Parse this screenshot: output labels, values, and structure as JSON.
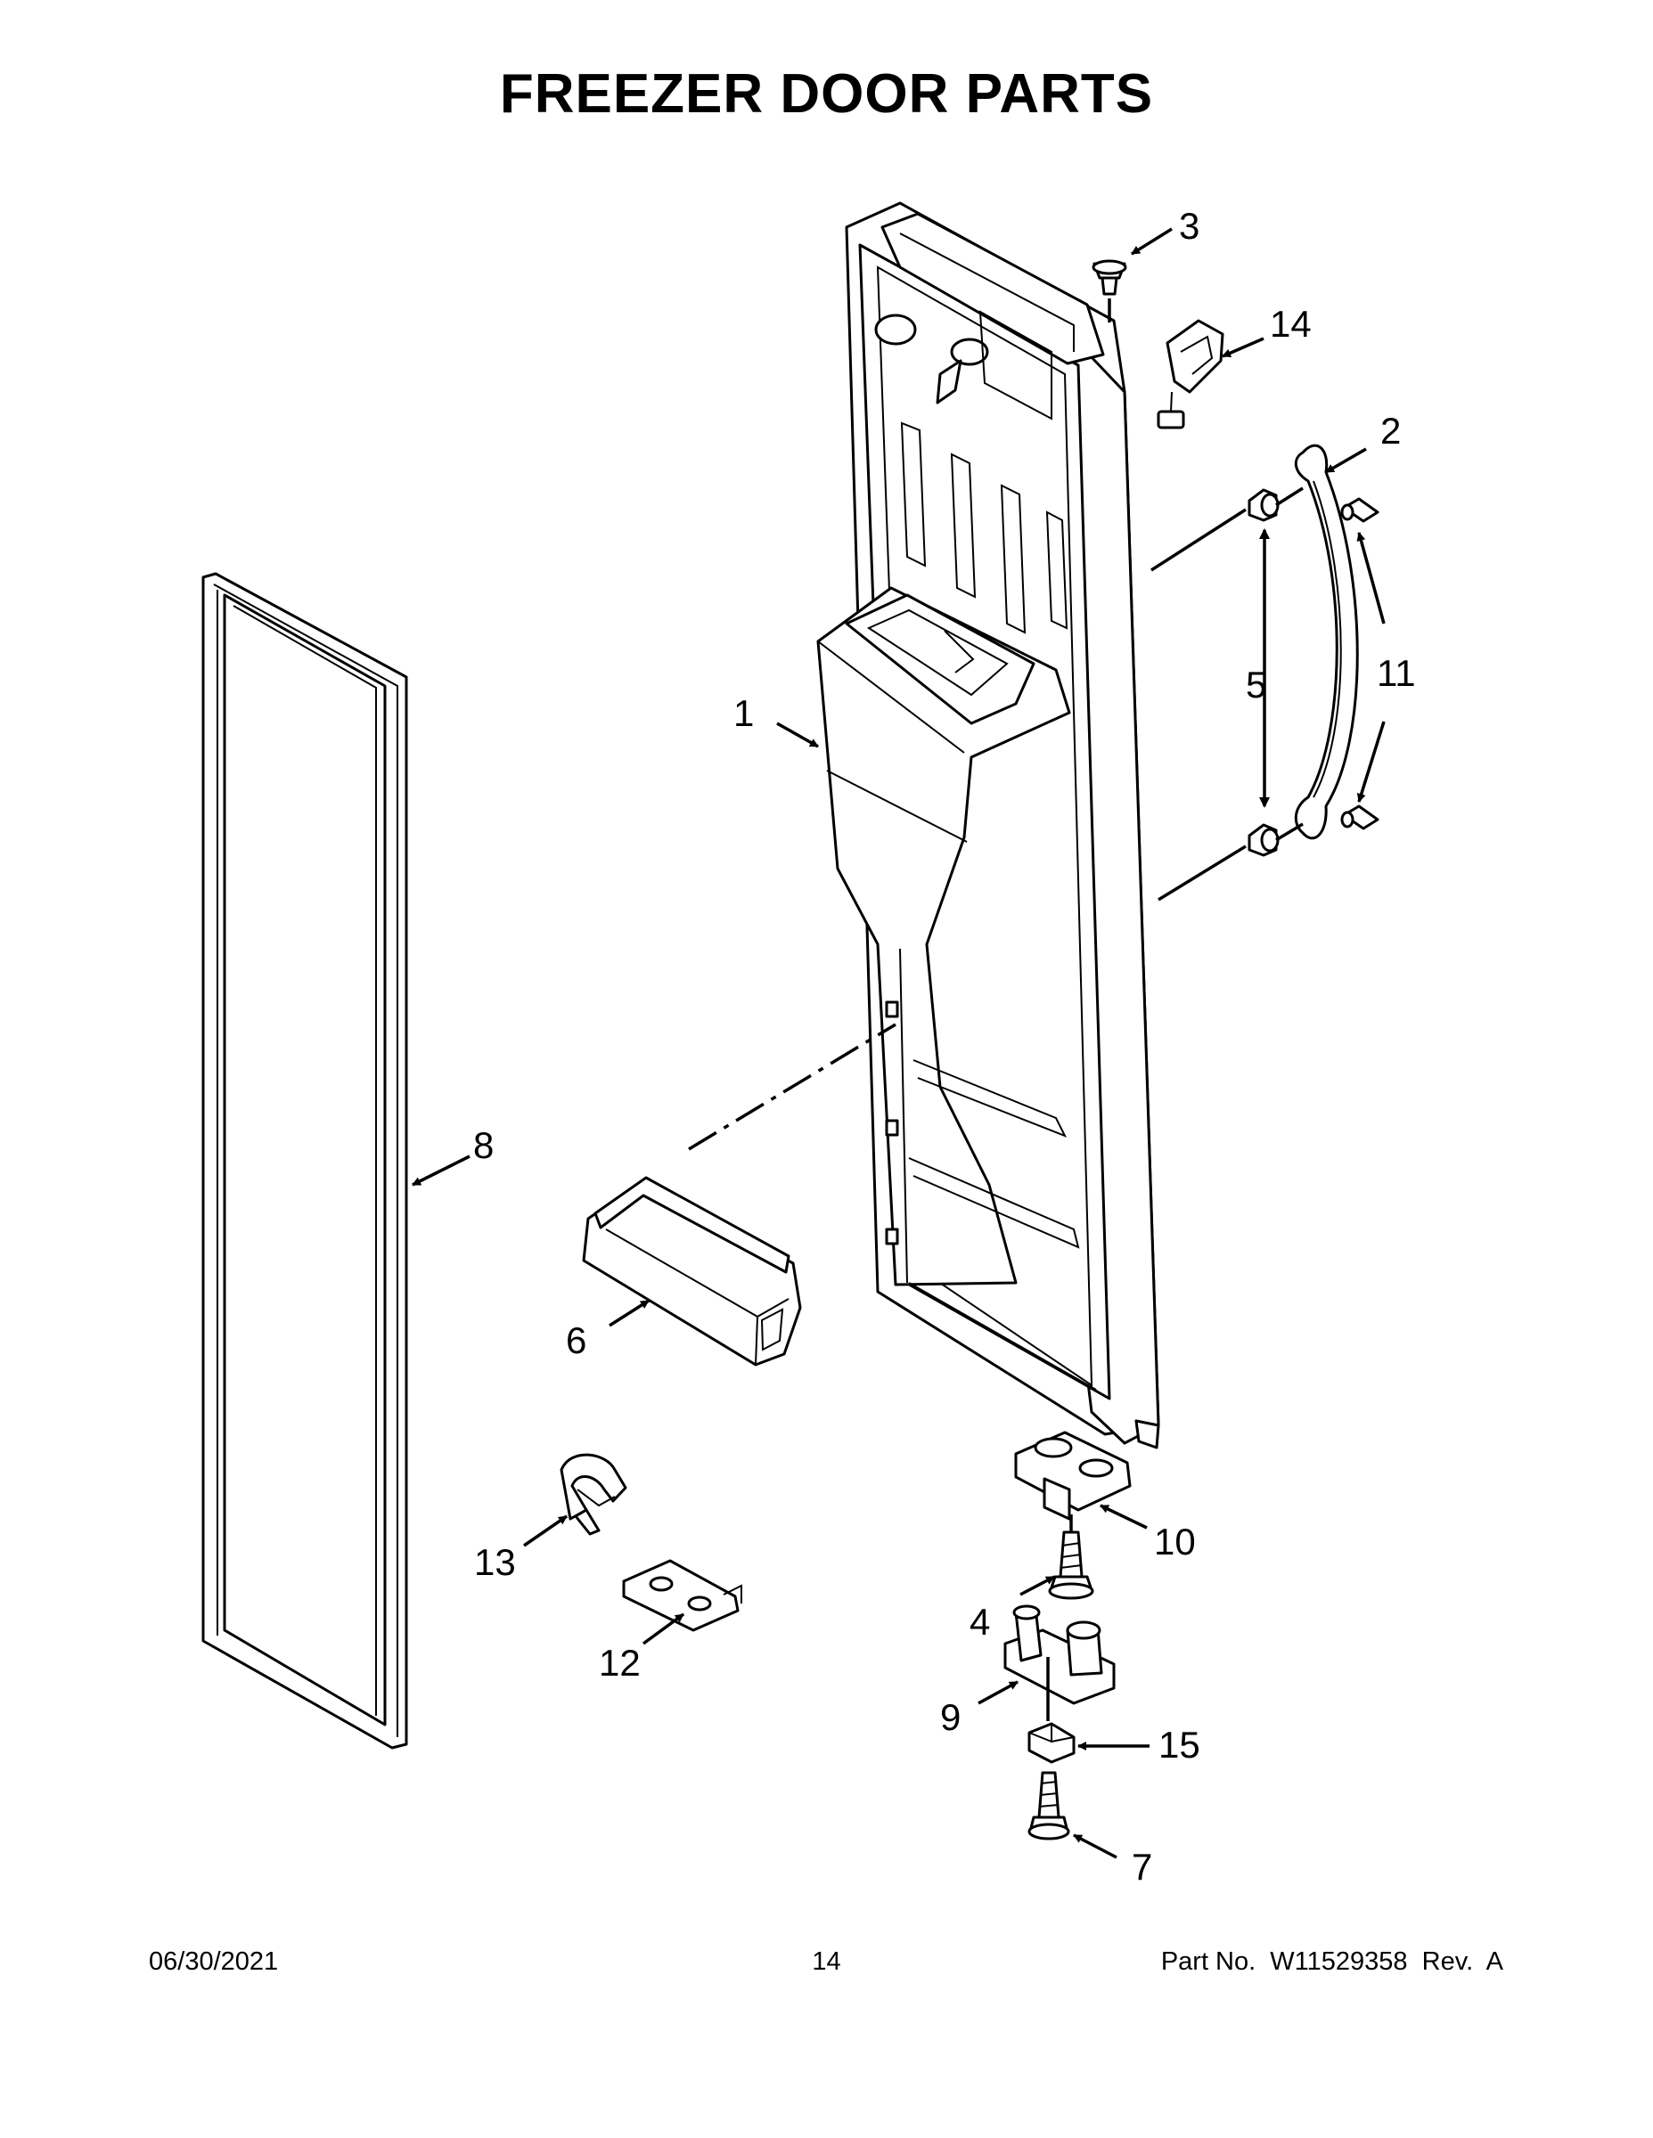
{
  "title": "FREEZER DOOR PARTS",
  "callouts": {
    "c1": "1",
    "c2": "2",
    "c3": "3",
    "c4": "4",
    "c5": "5",
    "c6": "6",
    "c7": "7",
    "c8": "8",
    "c9": "9",
    "c10": "10",
    "c11": "11",
    "c12": "12",
    "c13": "13",
    "c14": "14",
    "c15": "15"
  },
  "footer": {
    "date": "06/30/2021",
    "page": "14",
    "part_number": "Part No.  W11529358  Rev.  A"
  }
}
